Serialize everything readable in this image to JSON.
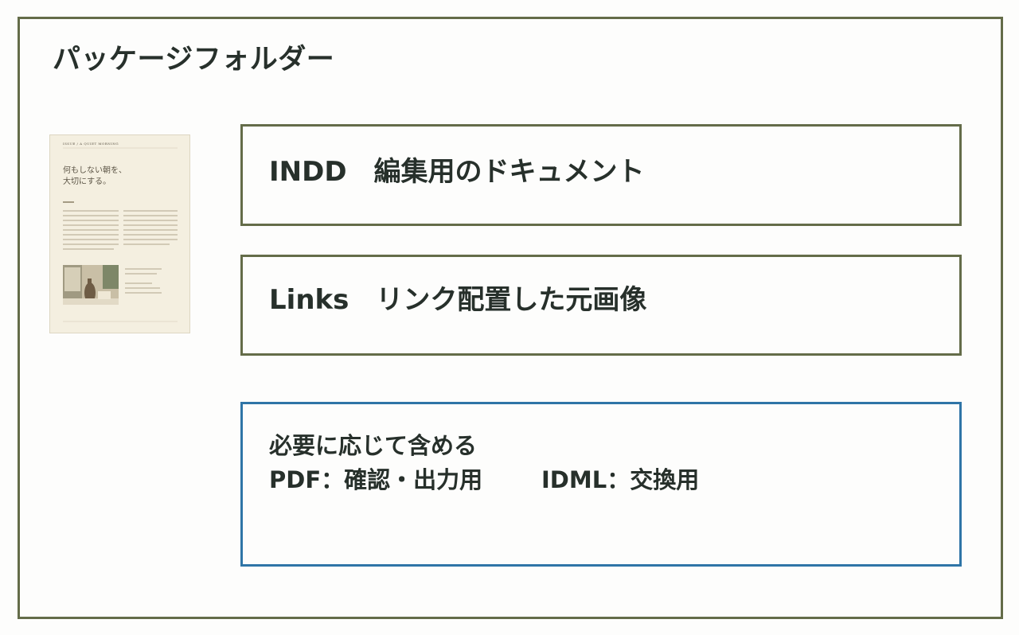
{
  "page_title": "パッケージフォルダー",
  "thumbnail": {
    "header_text": "ISSUE / A QUIET MORNING",
    "heading_line1": "何もしない朝を、",
    "heading_line2": "大切にする。"
  },
  "items": [
    {
      "label": "INDD　編集用のドキュメント"
    },
    {
      "label": "Links　リンク配置した元画像"
    }
  ],
  "optional": {
    "heading": "必要に応じて含める",
    "pdf": "PDF：確認・出力用",
    "idml": "IDML：交換用"
  },
  "colors": {
    "frame": "#646c49",
    "optional_border": "#2f75a7",
    "text": "#27302b",
    "thumbnail_bg": "#f4efe0"
  }
}
